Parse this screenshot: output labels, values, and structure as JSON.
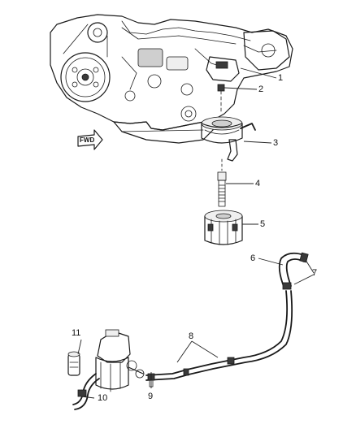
{
  "diagram": {
    "callouts": [
      {
        "id": "c1",
        "label": "1"
      },
      {
        "id": "c2",
        "label": "2"
      },
      {
        "id": "c3",
        "label": "3"
      },
      {
        "id": "c4",
        "label": "4"
      },
      {
        "id": "c5",
        "label": "5"
      },
      {
        "id": "c6",
        "label": "6"
      },
      {
        "id": "c7",
        "label": "7"
      },
      {
        "id": "c8",
        "label": "8"
      },
      {
        "id": "c9",
        "label": "9"
      },
      {
        "id": "c10",
        "label": "10"
      },
      {
        "id": "c11",
        "label": "11"
      }
    ],
    "fwd_arrow_label": "FWD"
  }
}
